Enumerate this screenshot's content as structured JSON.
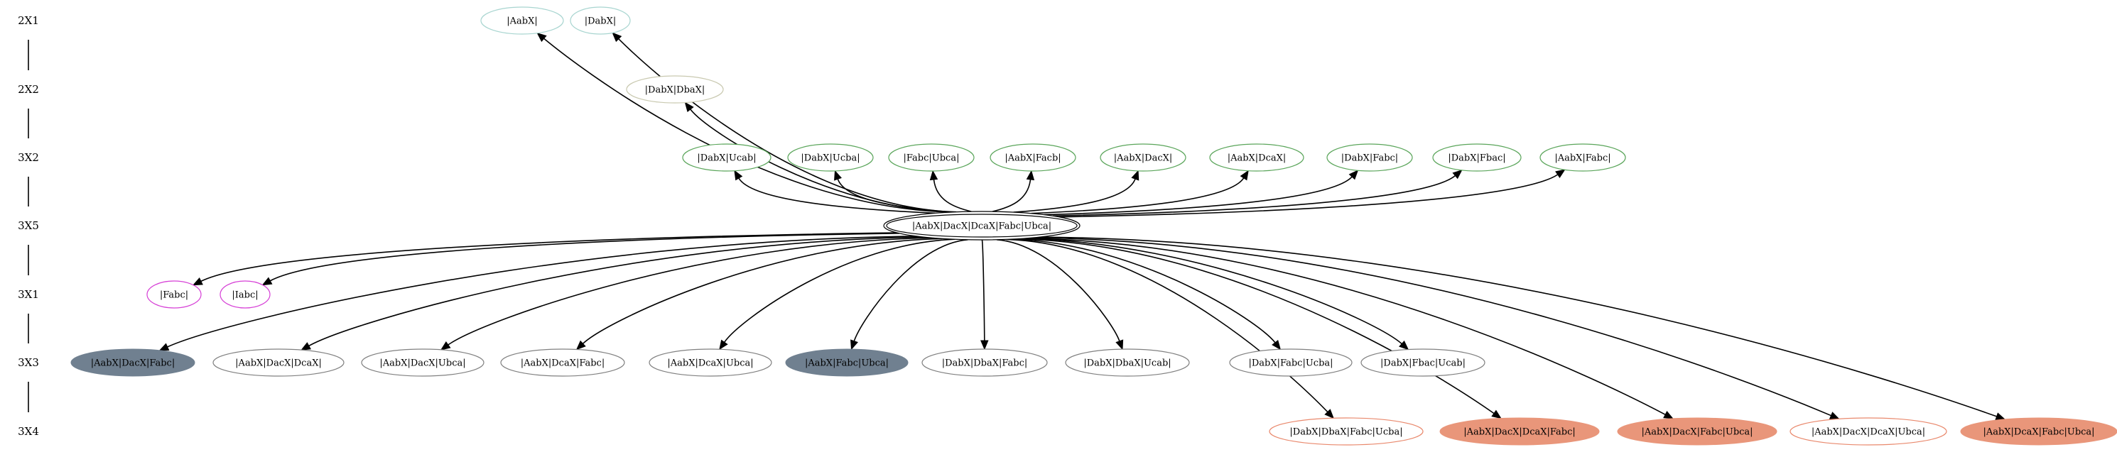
{
  "levels": [
    "2X1",
    "2X2",
    "3X2",
    "3X5",
    "3X1",
    "3X3",
    "3X4"
  ],
  "center": {
    "label": "|AabX|DacX|DcaX|Fabc|Ubca|",
    "style": "double"
  },
  "nodes": [
    {
      "id": "n_2x1_a",
      "level": 0,
      "label": "|AabX|",
      "style": "outline",
      "color": "#a8d5d0"
    },
    {
      "id": "n_2x1_b",
      "level": 0,
      "label": "|DabX|",
      "style": "outline",
      "color": "#a8d5d0"
    },
    {
      "id": "n_2x2_a",
      "level": 1,
      "label": "|DabX|DbaX|",
      "style": "outline",
      "color": "#c9c9b0"
    },
    {
      "id": "n_3x2_a",
      "level": 2,
      "label": "|DabX|Ucab|",
      "style": "outline",
      "color": "#5aa55a"
    },
    {
      "id": "n_3x2_b",
      "level": 2,
      "label": "|DabX|Ucba|",
      "style": "outline",
      "color": "#5aa55a"
    },
    {
      "id": "n_3x2_c",
      "level": 2,
      "label": "|Fabc|Ubca|",
      "style": "outline",
      "color": "#5aa55a"
    },
    {
      "id": "n_3x2_d",
      "level": 2,
      "label": "|AabX|Facb|",
      "style": "outline",
      "color": "#5aa55a"
    },
    {
      "id": "n_3x2_e",
      "level": 2,
      "label": "|AabX|DacX|",
      "style": "outline",
      "color": "#5aa55a"
    },
    {
      "id": "n_3x2_f",
      "level": 2,
      "label": "|AabX|DcaX|",
      "style": "outline",
      "color": "#5aa55a"
    },
    {
      "id": "n_3x2_g",
      "level": 2,
      "label": "|DabX|Fabc|",
      "style": "outline",
      "color": "#5aa55a"
    },
    {
      "id": "n_3x2_h",
      "level": 2,
      "label": "|DabX|Fbac|",
      "style": "outline",
      "color": "#5aa55a"
    },
    {
      "id": "n_3x2_i",
      "level": 2,
      "label": "|AabX|Fabc|",
      "style": "outline",
      "color": "#5aa55a"
    },
    {
      "id": "n_3x1_a",
      "level": 4,
      "label": "|Fabc|",
      "style": "outline",
      "color": "#d63fd6"
    },
    {
      "id": "n_3x1_b",
      "level": 4,
      "label": "|Iabc|",
      "style": "outline",
      "color": "#d63fd6"
    },
    {
      "id": "n_3x3_a",
      "level": 5,
      "label": "|AabX|DacX|Fabc|",
      "style": "filled",
      "color": "#708090"
    },
    {
      "id": "n_3x3_b",
      "level": 5,
      "label": "|AabX|DacX|DcaX|",
      "style": "outline",
      "color": "#808080"
    },
    {
      "id": "n_3x3_c",
      "level": 5,
      "label": "|AabX|DacX|Ubca|",
      "style": "outline",
      "color": "#808080"
    },
    {
      "id": "n_3x3_d",
      "level": 5,
      "label": "|AabX|DcaX|Fabc|",
      "style": "outline",
      "color": "#808080"
    },
    {
      "id": "n_3x3_e",
      "level": 5,
      "label": "|AabX|DcaX|Ubca|",
      "style": "outline",
      "color": "#808080"
    },
    {
      "id": "n_3x3_f",
      "level": 5,
      "label": "|AabX|Fabc|Ubca|",
      "style": "filled",
      "color": "#708090"
    },
    {
      "id": "n_3x3_g",
      "level": 5,
      "label": "|DabX|DbaX|Fabc|",
      "style": "outline",
      "color": "#808080"
    },
    {
      "id": "n_3x3_h",
      "level": 5,
      "label": "|DabX|DbaX|Ucab|",
      "style": "outline",
      "color": "#808080"
    },
    {
      "id": "n_3x3_i",
      "level": 5,
      "label": "|DabX|Fabc|Ucba|",
      "style": "outline",
      "color": "#808080"
    },
    {
      "id": "n_3x3_j",
      "level": 5,
      "label": "|DabX|Fbac|Ucab|",
      "style": "outline",
      "color": "#808080"
    },
    {
      "id": "n_3x4_a",
      "level": 6,
      "label": "|DabX|DbaX|Fabc|Ucba|",
      "style": "outline",
      "color": "#e9896d"
    },
    {
      "id": "n_3x4_b",
      "level": 6,
      "label": "|AabX|DacX|DcaX|Fabc|",
      "style": "filled",
      "color": "#e9967a"
    },
    {
      "id": "n_3x4_c",
      "level": 6,
      "label": "|AabX|DacX|Fabc|Ubca|",
      "style": "filled",
      "color": "#e9967a"
    },
    {
      "id": "n_3x4_d",
      "level": 6,
      "label": "|AabX|DacX|DcaX|Ubca|",
      "style": "outline",
      "color": "#e9896d"
    },
    {
      "id": "n_3x4_e",
      "level": 6,
      "label": "|AabX|DcaX|Fabc|Ubca|",
      "style": "filled",
      "color": "#e9967a"
    }
  ]
}
